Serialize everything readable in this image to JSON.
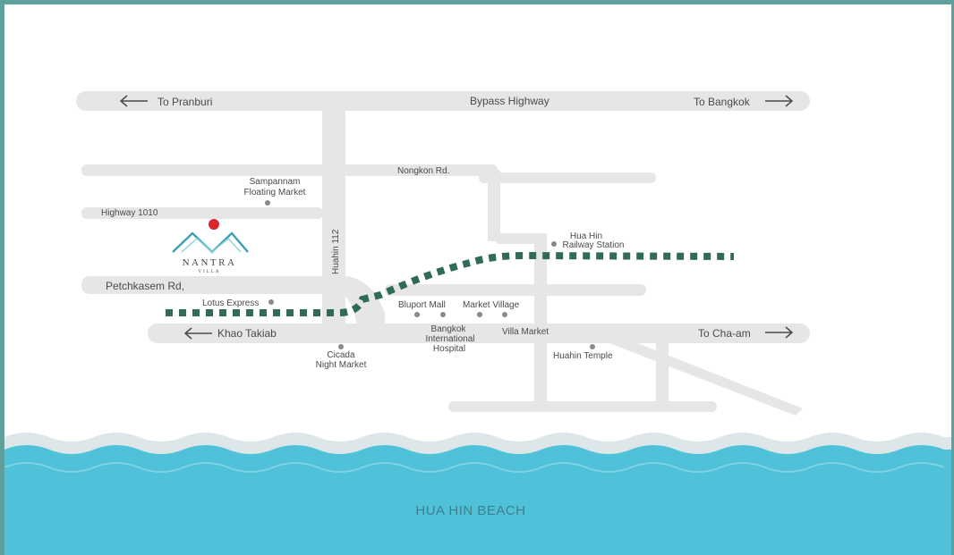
{
  "colors": {
    "frame": "#5f9f9c",
    "road": "#e6e6e6",
    "railway": "#2f6b55",
    "sea": "#4fc1d8",
    "logo_mountain": "#3a9fb0",
    "logo_sun": "#d9262c",
    "text": "#4a4a4a"
  },
  "roads": {
    "bypass": "Bypass Highway",
    "to_pranburi": "To Pranburi",
    "to_bangkok": "To Bangkok",
    "nongkon": "Nongkon Rd.",
    "highway_1010": "Highway 1010",
    "petchkasem": "Petchkasem Rd,",
    "huahin_112": "Huahin 112",
    "khao_takiab": "Khao Takiab",
    "to_cha_am": "To Cha-am"
  },
  "places": {
    "sampannam_1": "Sampannam",
    "sampannam_2": "Floating Market",
    "lotus": "Lotus Express",
    "railway_1": "Hua Hin",
    "railway_2": "Railway Station",
    "bluport": "Bluport Mall",
    "market_village": "Market Village",
    "hospital_1": "Bangkok",
    "hospital_2": "International",
    "hospital_3": "Hospital",
    "villa_market": "Villa Market",
    "cicada_1": "Cicada",
    "cicada_2": "Night Market",
    "temple": "Huahin Temple"
  },
  "logo": {
    "name": "NANTRA",
    "sub": "VILLA",
    "icon": "mountain-sun-icon"
  },
  "beach": "HUA HIN BEACH"
}
